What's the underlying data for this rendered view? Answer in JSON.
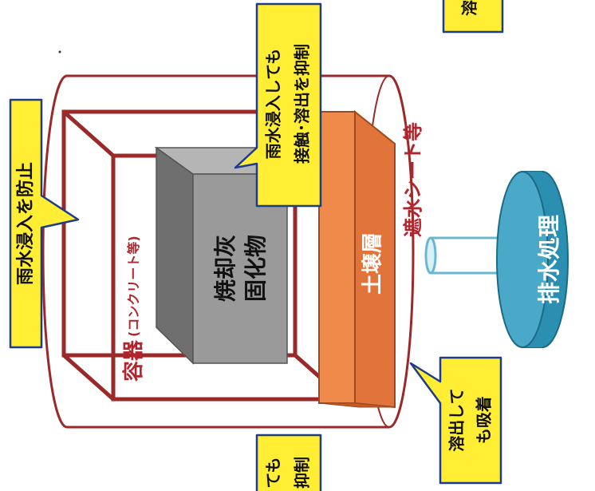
{
  "labels": {
    "rain_prevent": "雨水浸入を防止",
    "rain_contact_1": "雨水浸入しても",
    "rain_contact_2": "接触･溶出を抑制",
    "shield_sheet": "遮水シート等",
    "container_main": "容器",
    "container_note": "(コンクリート等)",
    "ash_1": "焼却灰",
    "ash_2": "固化物",
    "soil_layer": "土壌層",
    "drain_treatment": "排水処理",
    "adsorb_1": "溶出して",
    "adsorb_2": "も吸着",
    "partial_top_right": "溶",
    "partial_bottom_1": "ても",
    "partial_bottom_2": "抑制"
  },
  "colors": {
    "callout_fill": "#ffee33",
    "callout_border": "#1f3b8c",
    "container_frame": "#9a2a2a",
    "red_text": "#b3252d",
    "soil": "#e0743a",
    "ash_box": "#8e8e8e",
    "drain_tank": "#2a8fb0"
  }
}
